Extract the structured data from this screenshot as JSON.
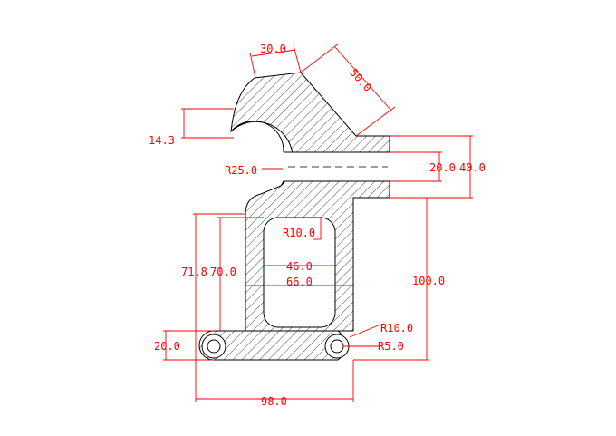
{
  "dimensions": {
    "d_30": "30.0",
    "d_50": "50.0",
    "d_14_3": "14.3",
    "d_r25": "R25.0",
    "d_20_hole": "20.0",
    "d_40": "40.0",
    "d_r10_top": "R10.0",
    "d_71_8": "71.8",
    "d_70": "70.0",
    "d_46": "46.0",
    "d_66": "66.0",
    "d_100": "100.0",
    "d_r10_bottom": "R10.0",
    "d_r5": "R5.0",
    "d_20_left": "20.0",
    "d_98": "98.0"
  },
  "colors": {
    "part_outline": "#000000",
    "dimension": "#ff0000",
    "hatch": "#000000",
    "background": "#ffffff"
  }
}
